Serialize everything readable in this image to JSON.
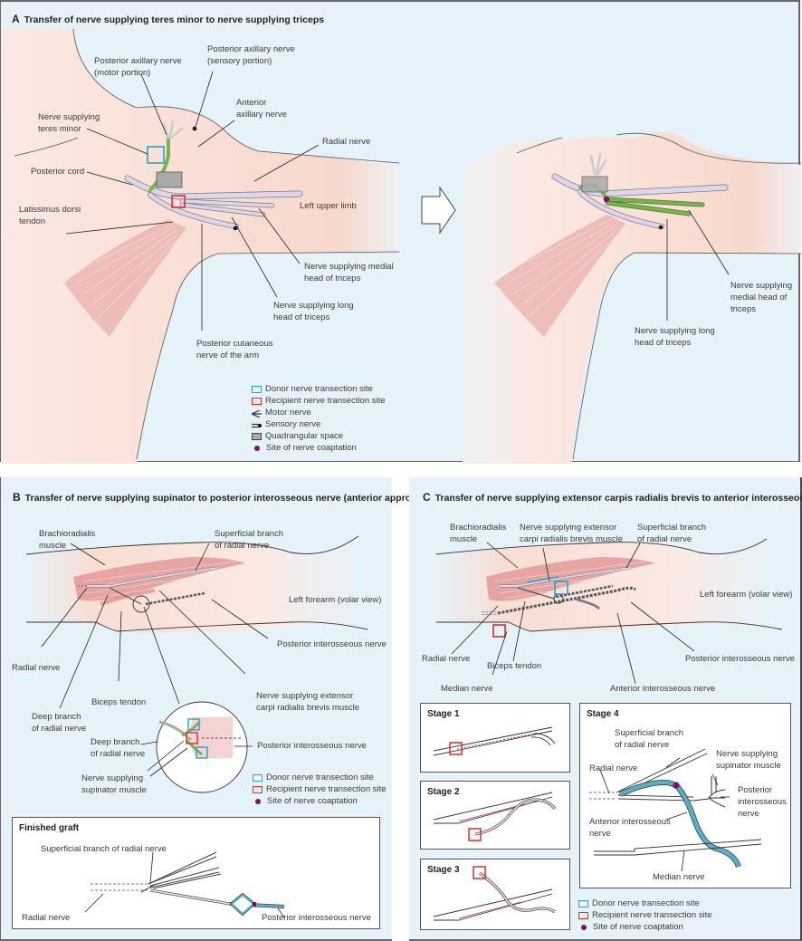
{
  "colors": {
    "panel_bg": "#e6f2f9",
    "skin": "#f8dcd2",
    "muscle": "#e39a9a",
    "nerve": "#ddd6ea",
    "donor": "#2aa3c4",
    "recipient": "#d9302b",
    "graft_green": "#7cb24e",
    "coaptation": "#7b1065",
    "quadrangular": "#a9a9a9",
    "graft_blue": "#5aaec4"
  },
  "panelA": {
    "letter": "A",
    "title": "Transfer of nerve supplying teres minor to nerve supplying triceps",
    "labels": {
      "post_axillary_motor": "Posterior axillary nerve\n(motor portion)",
      "post_axillary_sensory": "Posterior axillary nerve\n(sensory portion)",
      "anterior_axillary": "Anterior\naxillary nerve",
      "teres_minor": "Nerve supplying\nteres minor",
      "radial_nerve": "Radial nerve",
      "posterior_cord": "Posterior cord",
      "left_upper_limb": "Left upper limb",
      "latissimus": "Latissimus dorsi\ntendon",
      "medial_head": "Nerve supplying medial\nhead of triceps",
      "long_head": "Nerve supplying long\nhead of triceps",
      "post_cutaneous": "Posterior cutaneous\nnerve of the arm",
      "after_medial_head": "Nerve supplying\nmedial head of\ntriceps",
      "after_long_head": "Nerve supplying long\nhead of triceps"
    },
    "arrow_icon": "right-arrow-icon",
    "legend": [
      {
        "icon": "donor-box-icon",
        "label": "Donor nerve transection site"
      },
      {
        "icon": "recipient-box-icon",
        "label": "Recipient nerve transection site"
      },
      {
        "icon": "motor-nerve-icon",
        "label": "Motor nerve"
      },
      {
        "icon": "sensory-nerve-icon",
        "label": "Sensory nerve"
      },
      {
        "icon": "quadrangular-space-icon",
        "label": "Quadrangular space"
      },
      {
        "icon": "coaptation-dot-icon",
        "label": "Site of nerve coaptation"
      }
    ]
  },
  "panelB": {
    "letter": "B",
    "title": "Transfer of nerve supplying supinator to posterior interosseous nerve (anterior approach)",
    "labels": {
      "brachioradialis": "Brachioradialis\nmuscle",
      "superficial_branch": "Superficial branch\nof radial nerve",
      "left_forearm": "Left forearm (volar view)",
      "pin": "Posterior interosseous nerve",
      "radial_nerve": "Radial nerve",
      "biceps_tendon": "Biceps tendon",
      "ecrb": "Nerve supplying extensor\ncarpi radialis brevis muscle",
      "deep_branch": "Deep branch\nof radial nerve",
      "inset_deep_branch": "Deep branch\nof radial nerve",
      "inset_pin": "Posterior interosseous nerve",
      "inset_supinator": "Nerve supplying\nsupinator muscle"
    },
    "legend": [
      {
        "icon": "donor-box-icon",
        "label": "Donor nerve transection site"
      },
      {
        "icon": "recipient-box-icon",
        "label": "Recipient nerve transection site"
      },
      {
        "icon": "coaptation-dot-icon",
        "label": "Site of nerve coaptation"
      }
    ],
    "finished_graft": {
      "title": "Finished graft",
      "superficial_branch": "Superficial branch of radial nerve",
      "radial_nerve": "Radial nerve",
      "pin": "Posterior interosseous nerve"
    }
  },
  "panelC": {
    "letter": "C",
    "title": "Transfer of nerve supplying extensor carpis radialis brevis to anterior interosseous nerve",
    "labels": {
      "brachioradialis": "Brachioradialis\nmuscle",
      "ecrb": "Nerve supplying extensor\ncarpi radialis brevis muscle",
      "superficial_branch": "Superficial branch\nof radial nerve",
      "left_forearm": "Left forearm (volar view)",
      "radial_nerve": "Radial nerve",
      "biceps_tendon": "Biceps tendon",
      "pin": "Posterior interosseous nerve",
      "median_nerve": "Median nerve",
      "ain": "Anterior interosseous nerve"
    },
    "stages": [
      {
        "title": "Stage 1"
      },
      {
        "title": "Stage 2"
      },
      {
        "title": "Stage 3"
      },
      {
        "title": "Stage 4",
        "labels": {
          "superficial_branch": "Superficial branch\nof radial nerve",
          "radial_nerve": "Radial nerve",
          "supinator": "Nerve supplying\nsupinator muscle",
          "pin": "Posterior\ninterosseous\nnerve",
          "ain": "Anterior interosseous\nnerve",
          "median_nerve": "Median nerve"
        }
      }
    ],
    "legend": [
      {
        "icon": "donor-box-icon",
        "label": "Donor nerve transection site"
      },
      {
        "icon": "recipient-box-icon",
        "label": "Recipient nerve transection site"
      },
      {
        "icon": "coaptation-dot-icon",
        "label": "Site of nerve coaptation"
      }
    ]
  }
}
